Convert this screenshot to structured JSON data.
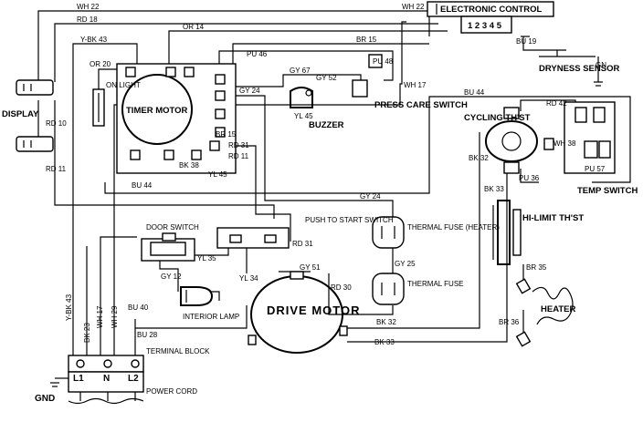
{
  "components": {
    "electronic_control": "ELECTRONIC CONTROL",
    "control_terminals": "1 2 3 4 5",
    "dryness_sensor": "DRYNESS SENSOR",
    "display": "DISPLAY",
    "timer_motor": "TIMER MOTOR",
    "on_light": "ON LIGHT",
    "buzzer": "BUZZER",
    "press_care_switch": "PRESS CARE SWITCH",
    "cycling_thst": "CYCLING TH'ST",
    "temp_switch": "TEMP SWITCH",
    "hi_limit_thst": "HI-LIMIT TH'ST",
    "heater": "HEATER",
    "thermal_fuse_heater": "THERMAL FUSE (HEATER)",
    "thermal_fuse": "THERMAL FUSE",
    "push_to_start_switch": "PUSH TO START SWITCH",
    "door_switch": "DOOR SWITCH",
    "interior_lamp": "INTERIOR LAMP",
    "drive_motor": "DRIVE MOTOR",
    "terminal_block": "TERMINAL BLOCK",
    "power_cord": "POWER CORD",
    "gnd": "GND",
    "terminal_l1": "L1",
    "terminal_n": "N",
    "terminal_l2": "L2"
  },
  "wire_labels": {
    "wh22_top": "WH 22",
    "wh22_ctrl": "WH 22",
    "rd18": "RD 18",
    "or14": "OR 14",
    "ybk43_top": "Y-BK 43",
    "or20": "OR 20",
    "pu46": "PU 46",
    "br15_top": "BR 15",
    "bu19": "BU 19",
    "gn": "GN",
    "gy67": "GY 67",
    "gy52": "GY 52",
    "pu48": "PU 48",
    "gy24_top": "GY 24",
    "yl45_buzzer": "YL 45",
    "wh17_top": "WH 17",
    "bu44_top": "BU 44",
    "rd42": "RD 42",
    "rd10": "RD 10",
    "rd11": "RD 11",
    "br15_timer": "BR 15",
    "rd31_timer": "RD 31",
    "rd11_timer": "RD 11",
    "bk38": "BK 38",
    "yl45_timer": "YL 45",
    "bu44_lower": "BU 44",
    "wh38": "WH 38",
    "pu57": "PU 57",
    "pu36": "PU 36",
    "bk32_right": "BK 32",
    "gy24_mid": "GY 24",
    "bk33_right": "BK 33",
    "rd31_push": "RD 31",
    "yl35": "YL 35",
    "gy12": "GY 12",
    "gy25": "GY 25",
    "gy51": "GY 51",
    "yl34": "YL 34",
    "rd30": "RD 30",
    "br35": "BR 35",
    "br36": "BR 36",
    "bu40": "BU 40",
    "bu28": "BU 28",
    "bk32_motor": "BK 32",
    "bk33_motor": "BK 33",
    "ybk43_bottom": "Y-BK 43",
    "bk23": "BK 23",
    "wh17_bottom": "WH 17",
    "wh29": "WH 29"
  }
}
